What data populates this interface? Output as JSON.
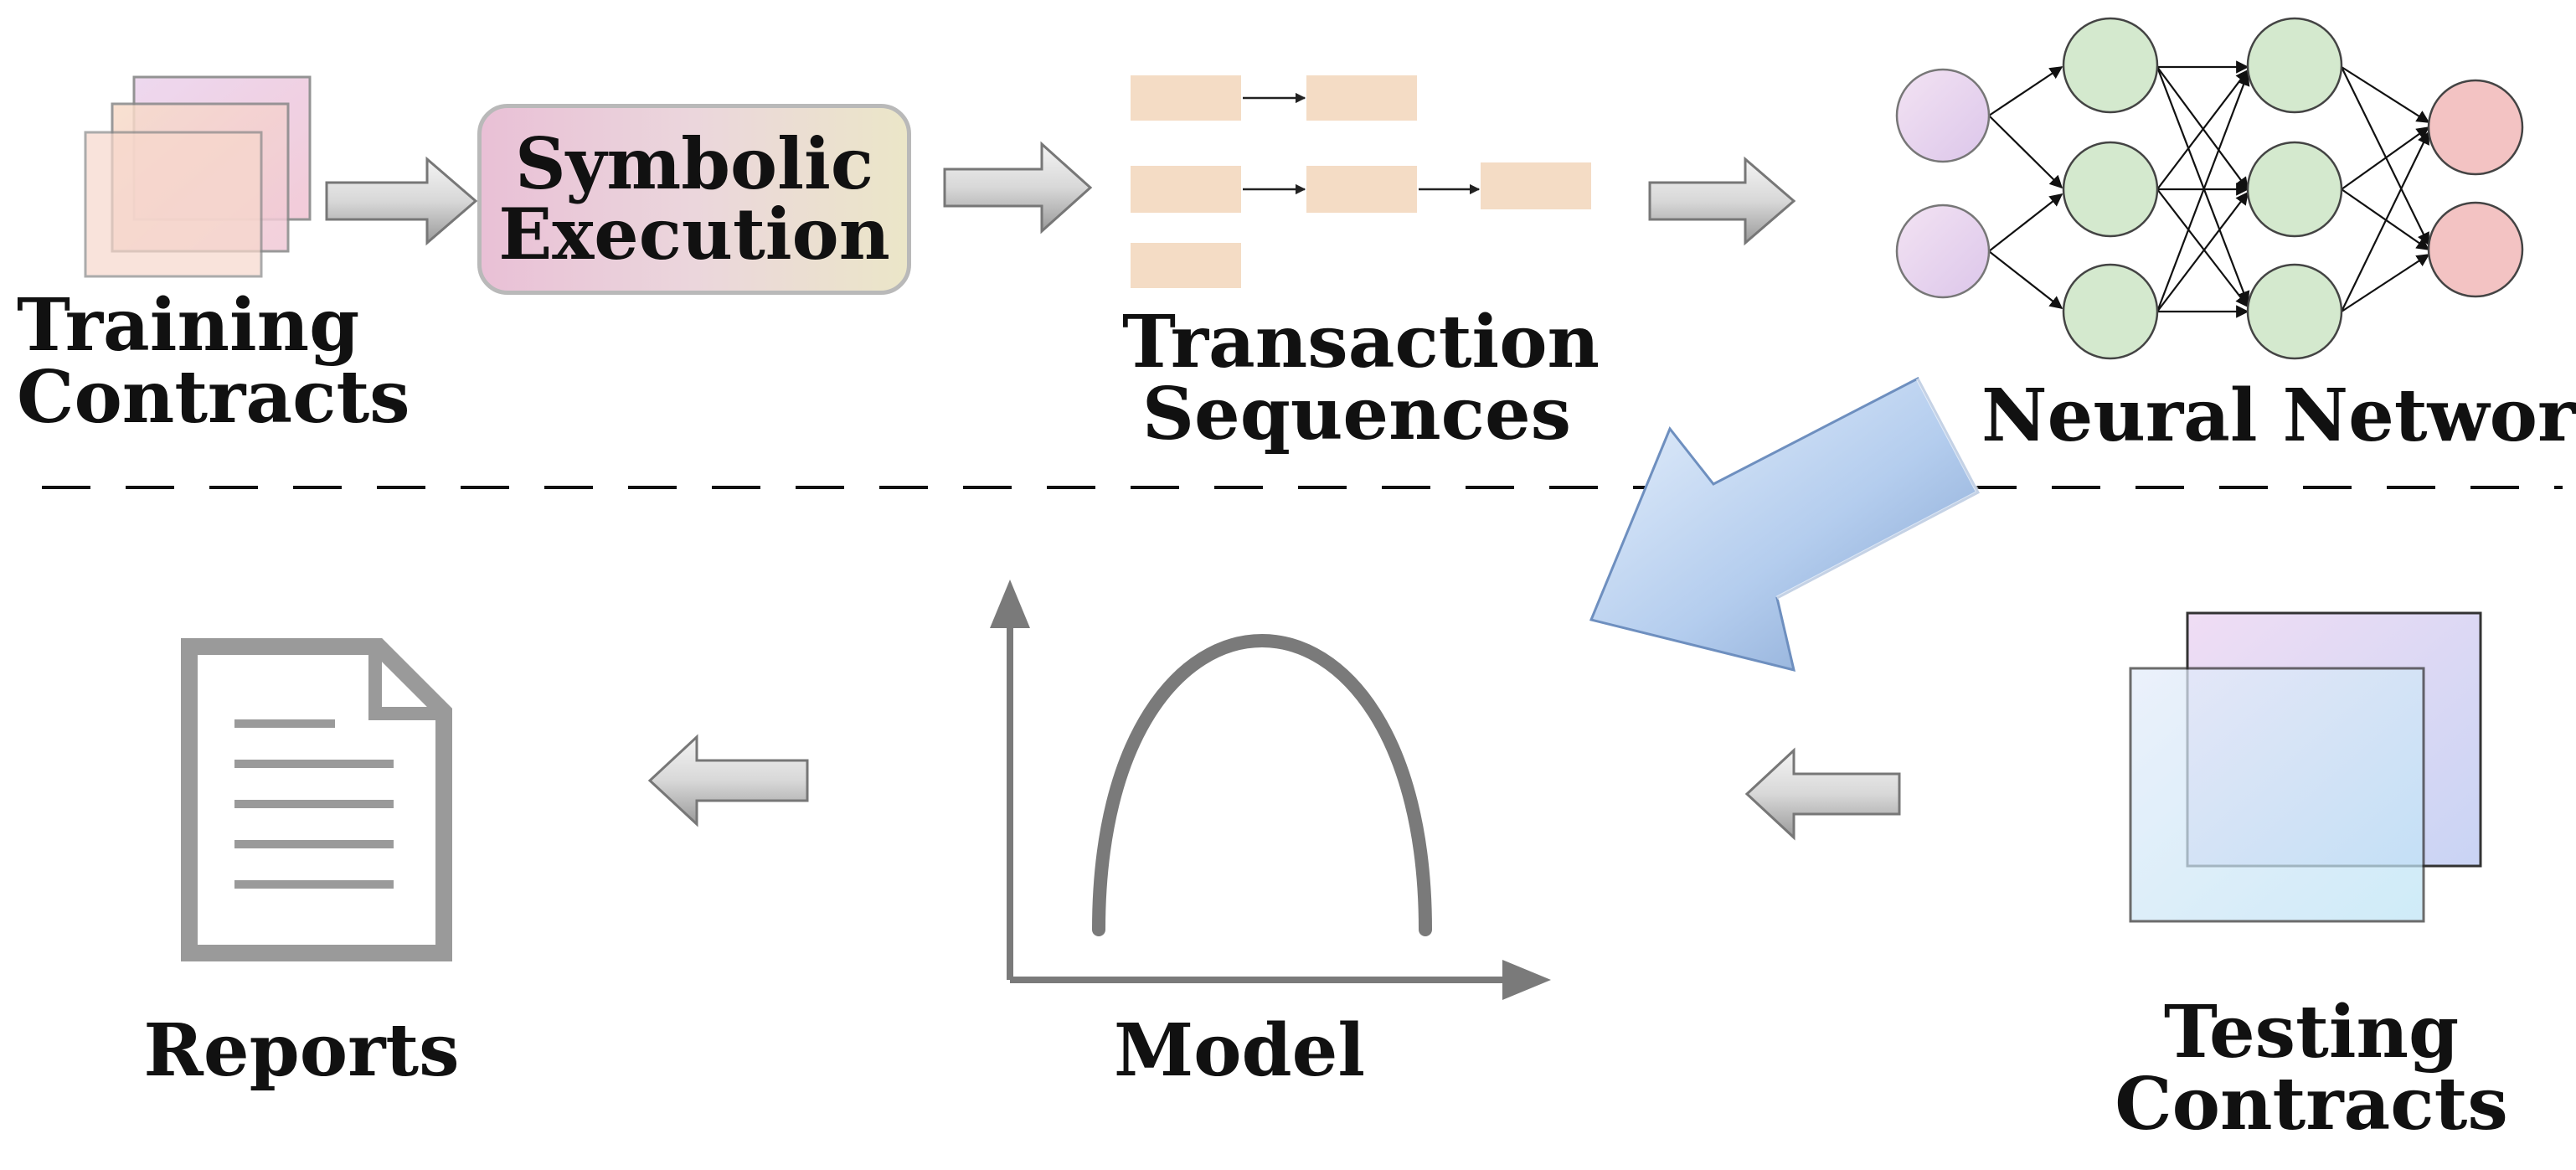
{
  "labels": {
    "training_1": "Training",
    "training_2": "Contracts",
    "symbolic_1": "Symbolic",
    "symbolic_2": "Execution",
    "transaction_1": "Transaction",
    "transaction_2": "Sequences",
    "neural_network": "Neural Network",
    "reports": "Reports",
    "model": "Model",
    "testing_1": "Testing",
    "testing_2": "Contracts"
  },
  "colors": {
    "tx_block": "#f4dcc5",
    "nn_input": "#e6cdea",
    "nn_hidden": "#d4e9ce",
    "nn_output": "#f3c3c3",
    "feedback_arrow": "#b8d2f0",
    "gray_arrow": "#cfcfcf",
    "document": "#9a9a9a",
    "curve": "#7a7a7a"
  },
  "icons": {
    "training": "stacked-documents-icon",
    "reports": "document-icon",
    "model": "bell-curve-plot-icon",
    "testing": "stacked-squares-icon"
  }
}
